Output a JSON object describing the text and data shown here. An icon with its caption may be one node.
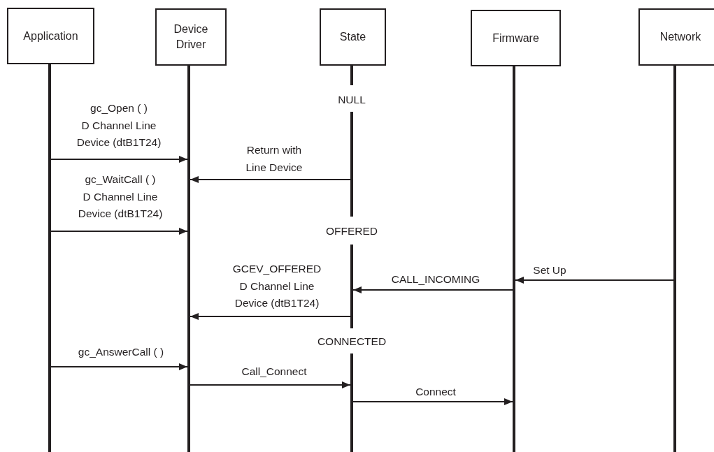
{
  "diagram": {
    "nodes": [
      {
        "text": [
          "Application"
        ]
      },
      {
        "text": [
          "Device Driver"
        ]
      },
      {
        "text": [
          "State"
        ]
      },
      {
        "text": [
          "Firmware"
        ]
      },
      {
        "text": [
          "Network"
        ]
      }
    ],
    "edges": [
      {
        "from": 0,
        "to": 1,
        "arrow": "to",
        "label": "gc_Open ( ) D Channel Line Device (dtB1T24)"
      },
      {
        "from": 2,
        "to": 1,
        "arrow": "to",
        "label": "Return with Line Device"
      },
      {
        "from": 0,
        "to": 1,
        "arrow": "to",
        "label": "gc_WaitCall ( ) D Channel Line Device (dtB1T24)"
      },
      {
        "from": 4,
        "to": 3,
        "arrow": "to",
        "label": "Set Up"
      },
      {
        "from": 3,
        "to": 2,
        "arrow": "to",
        "label": "CALL_INCOMING"
      },
      {
        "from": 2,
        "to": 1,
        "arrow": "to",
        "label": "GCEV_OFFERED D Channel Line Device (dtB1T24)"
      },
      {
        "from": 0,
        "to": 1,
        "arrow": "to",
        "label": "gc_AnswerCall ( )"
      },
      {
        "from": 1,
        "to": 2,
        "arrow": "to",
        "label": "Call_Connect"
      },
      {
        "from": 2,
        "to": 3,
        "arrow": "to",
        "label": "Connect"
      }
    ],
    "labels": [
      "NULL",
      "OFFERED",
      "CONNECTED"
    ]
  }
}
